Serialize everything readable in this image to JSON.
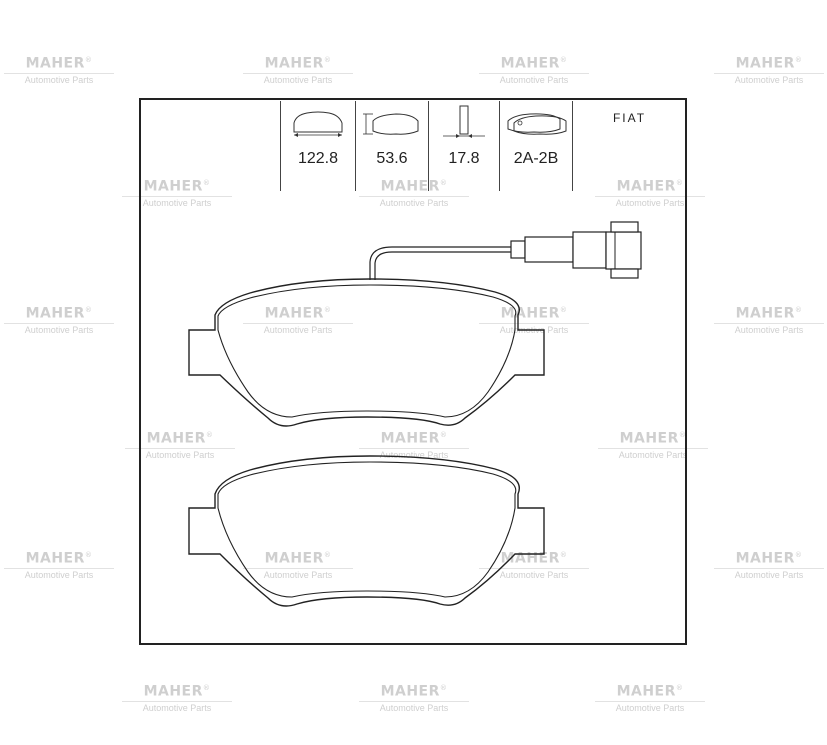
{
  "watermark": {
    "brand": "MAHER",
    "registered": "®",
    "tagline": "Automotive Parts"
  },
  "spec_table": {
    "columns": [
      {
        "icon": "pad-width-icon",
        "value": "122.8"
      },
      {
        "icon": "pad-height-icon",
        "value": "53.6"
      },
      {
        "icon": "pad-thickness-icon",
        "value": "17.8"
      },
      {
        "icon": "pad-set-icon",
        "value": "2A-2B"
      }
    ],
    "vehicle_brand": "FIAT"
  },
  "drawing": {
    "upper_pad": "brake-pad-with-wear-sensor",
    "lower_pad": "brake-pad"
  },
  "colors": {
    "line": "#222222",
    "watermark": "#cfcfcf"
  }
}
